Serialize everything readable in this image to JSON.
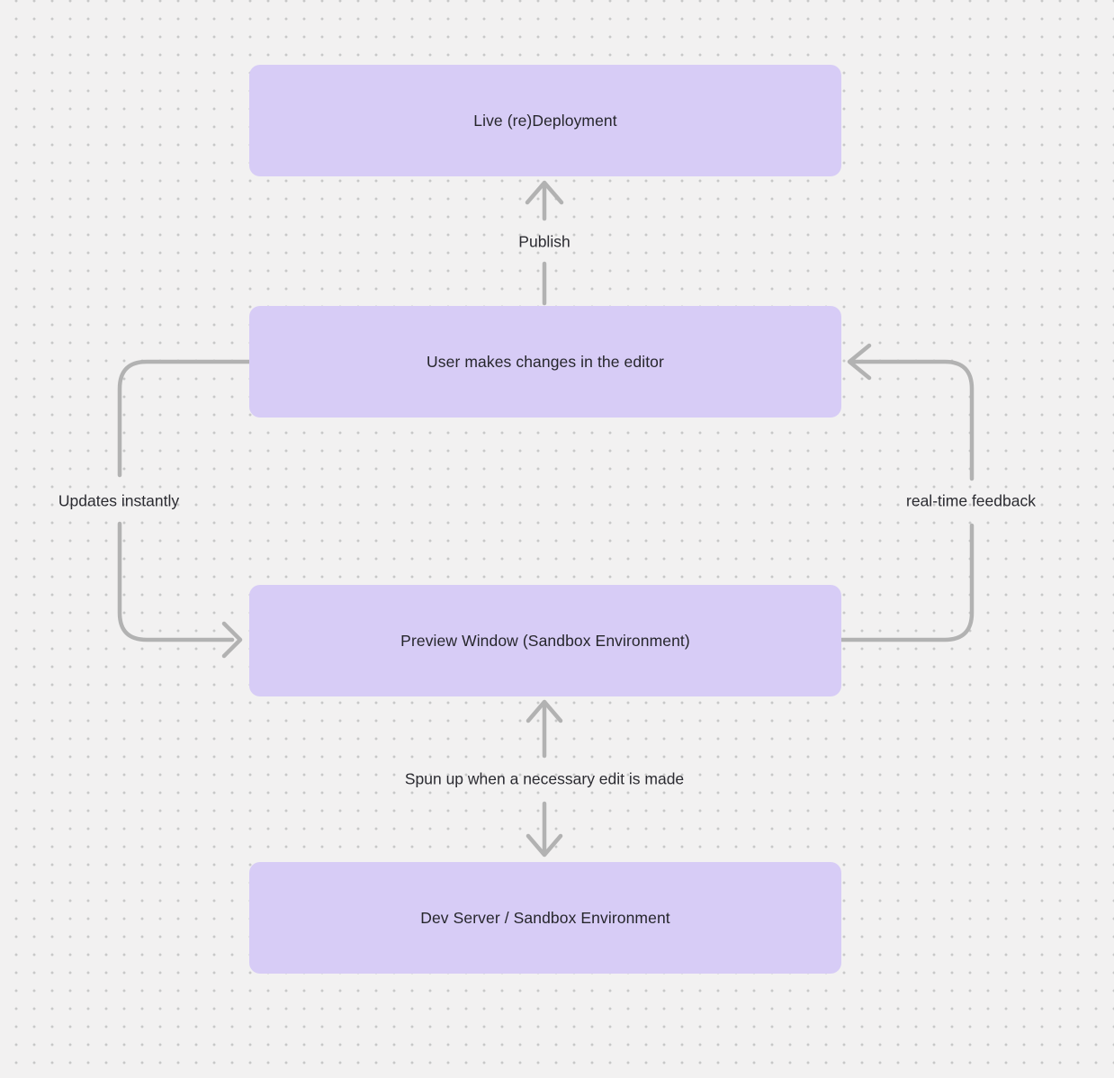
{
  "diagram": {
    "type": "flowchart",
    "background_color": "#f2f1f1",
    "dot_grid_color": "#c8c8c8",
    "node_fill_color": "#d7ccf6",
    "node_text_color": "#26262c",
    "edge_color": "#b2b2b2",
    "edge_label_color": "#2b2b31"
  },
  "nodes": [
    {
      "id": "live-redeployment",
      "label": "Live (re)Deployment"
    },
    {
      "id": "user-editor",
      "label": "User makes changes in the editor"
    },
    {
      "id": "preview-window",
      "label": "Preview Window (Sandbox Environment)"
    },
    {
      "id": "dev-server",
      "label": "Dev Server / Sandbox Environment"
    }
  ],
  "edges": [
    {
      "id": "publish",
      "label": "Publish",
      "from": "user-editor",
      "to": "live-redeployment",
      "direction": "up"
    },
    {
      "id": "updates-instantly",
      "label": "Updates instantly",
      "from": "user-editor",
      "to": "preview-window",
      "direction": "left-loop"
    },
    {
      "id": "real-time-feedback",
      "label": "real-time feedback",
      "from": "preview-window",
      "to": "user-editor",
      "direction": "right-loop"
    },
    {
      "id": "spun-up",
      "label": "Spun up when a necessary edit is made",
      "from": "preview-window",
      "to": "dev-server",
      "direction": "bidirectional"
    }
  ]
}
